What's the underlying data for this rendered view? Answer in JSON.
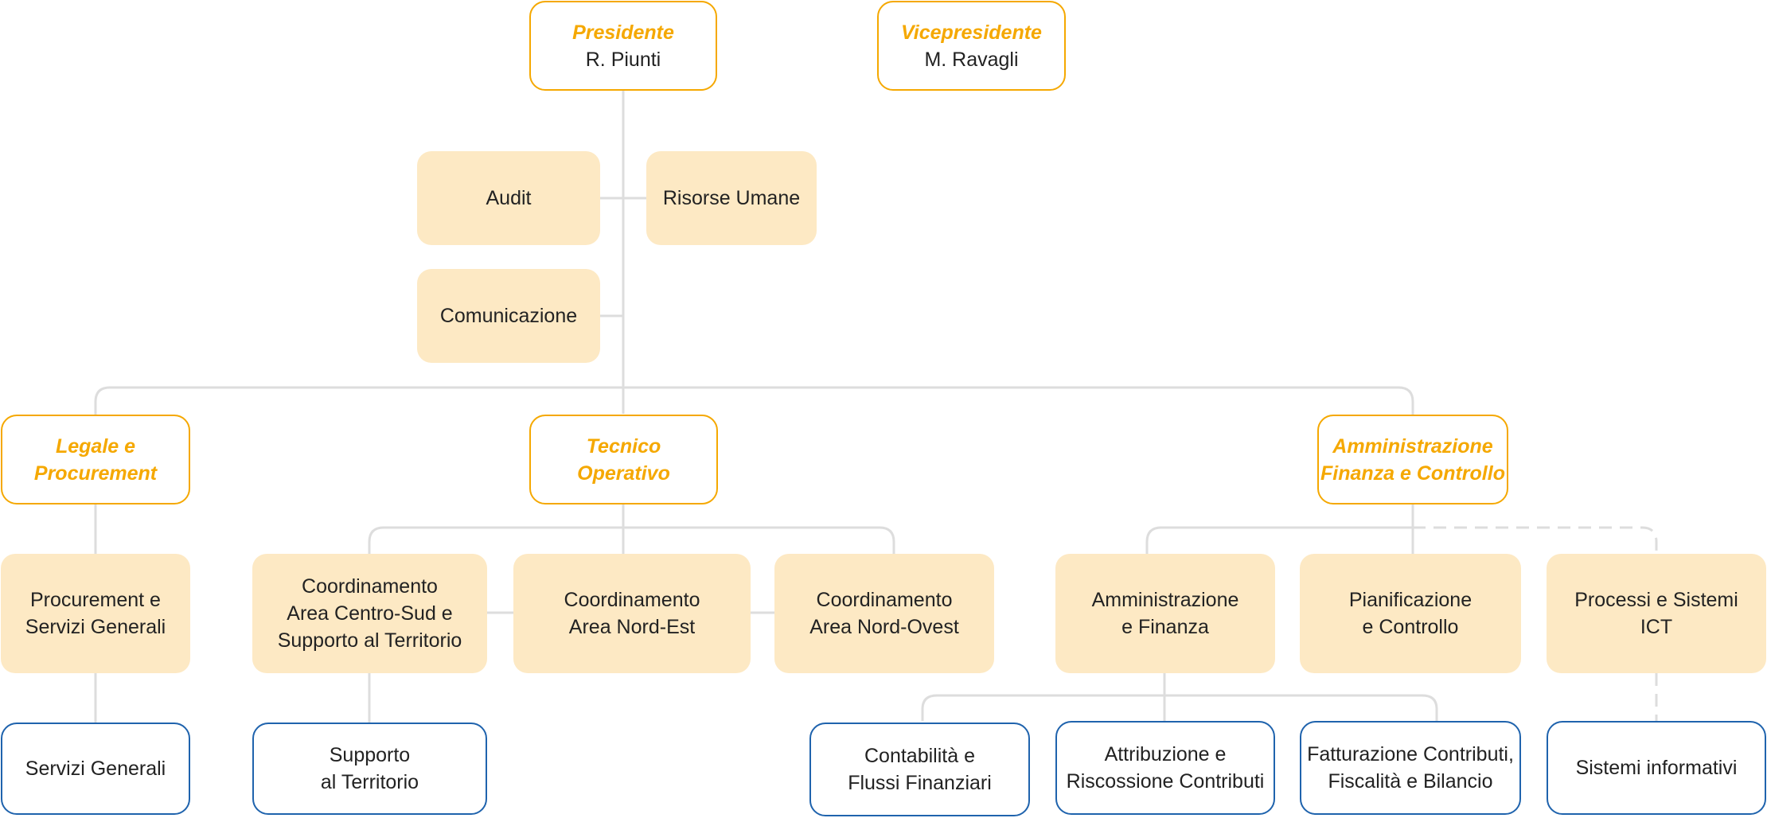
{
  "colors": {
    "leadership_border": "#f5a800",
    "leadership_title": "#f5a800",
    "unit_fill": "#fde9c4",
    "office_border": "#1f63ad",
    "connector": "#dddddd",
    "text": "#222222"
  },
  "leadership": {
    "president": {
      "title": "Presidente",
      "name": "R. Piunti"
    },
    "vice_president": {
      "title": "Vicepresidente",
      "name": "M. Ravagli"
    }
  },
  "staff": {
    "audit": "Audit",
    "hr": "Risorse Umane",
    "communication": "Comunicazione"
  },
  "divisions": {
    "legal": "Legale e\nProcurement",
    "technical": "Tecnico\nOperativo",
    "finance": "Amministrazione\nFinanza e Controllo"
  },
  "units": {
    "procurement": "Procurement e\nServizi Generali",
    "coord_centro_sud": "Coordinamento\nArea Centro-Sud e\nSupporto al Territorio",
    "coord_nord_est": "Coordinamento\nArea Nord-Est",
    "coord_nord_ovest": "Coordinamento\nArea Nord-Ovest",
    "admin_finance": "Amministrazione\ne Finanza",
    "planning": "Pianificazione\ne Controllo",
    "ict": "Processi e Sistemi\nICT"
  },
  "offices": {
    "general_services": "Servizi Generali",
    "territory_support": "Supporto\nal Territorio",
    "accounting": "Contabilità e\nFlussi Finanziari",
    "collection": "Attribuzione e\nRiscossione Contributi",
    "billing": "Fatturazione Contributi,\nFiscalità e Bilancio",
    "info_systems": "Sistemi informativi"
  }
}
